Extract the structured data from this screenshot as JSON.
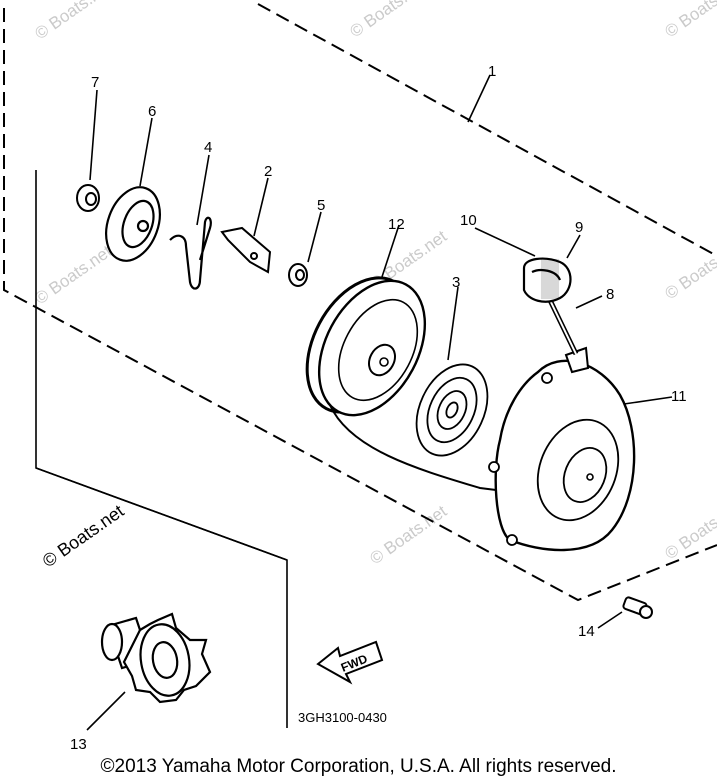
{
  "diagram": {
    "part_numbers": [
      "1",
      "2",
      "3",
      "4",
      "5",
      "6",
      "7",
      "8",
      "9",
      "10",
      "11",
      "12",
      "13",
      "14"
    ],
    "drawing_code": "3GH3100-0430",
    "direction_label": "FWD",
    "watermark": "© Boats.net"
  },
  "footer": {
    "copyright": "©2013 Yamaha Motor Corporation, U.S.A. All rights reserved."
  }
}
